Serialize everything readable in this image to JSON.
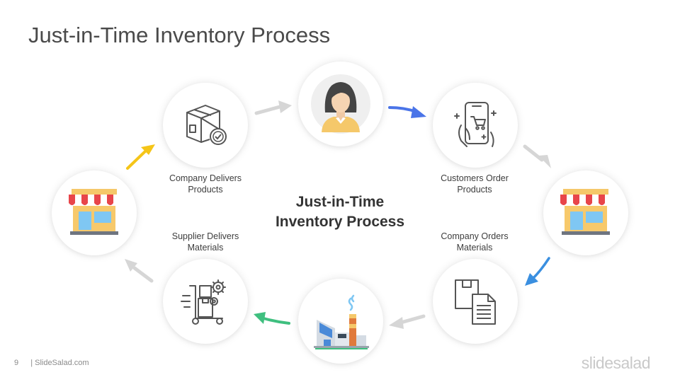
{
  "title": "Just-in-Time Inventory Process",
  "center_title": {
    "line1": "Just-in-Time",
    "line2": "Inventory Process"
  },
  "labels": {
    "company_delivers": {
      "line1": "Company Delivers",
      "line2": "Products"
    },
    "customers_order": {
      "line1": "Customers Order",
      "line2": "Products"
    },
    "company_orders": {
      "line1": "Company Orders",
      "line2": "Materials"
    },
    "supplier_delivers": {
      "line1": "Supplier Delivers",
      "line2": "Materials"
    }
  },
  "icons": {
    "box": "delivery-box-icon",
    "customer": "customer-avatar-icon",
    "phone": "mobile-shopping-icon",
    "store_right": "store-icon",
    "documents": "documents-icon",
    "factory": "factory-icon",
    "supplier": "supplier-trolley-icon",
    "store_left": "store-icon"
  },
  "colors": {
    "arrow_yellow": "#f5c518",
    "arrow_blue": "#4a74e8",
    "arrow_green": "#3fbf7f",
    "arrow_grey": "#d6d6d6",
    "arrow_blue_light": "#3a8fe0"
  },
  "footer": {
    "page": "9",
    "site": "| SlideSalad.com"
  },
  "brand": "slidesalad"
}
